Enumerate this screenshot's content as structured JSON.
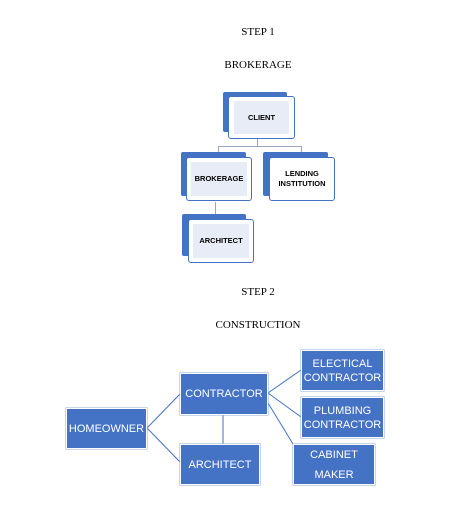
{
  "step1": {
    "heading": "STEP 1",
    "subheading": "BROKERAGE",
    "nodes": {
      "client": "CLIENT",
      "brokerage": "BROKERAGE",
      "lending": "LENDING INSTITUTION",
      "architect": "ARCHITECT"
    }
  },
  "step2": {
    "heading": "STEP 2",
    "subheading": "CONSTRUCTION",
    "nodes": {
      "homeowner": "HOMEOWNER",
      "contractor": "CONTRACTOR",
      "architect": "ARCHITECT",
      "electrical": "ELECTICAL CONTRACTOR",
      "plumbing": "PLUMBING CONTRACTOR",
      "cabinet": "CABINET MAKER"
    }
  },
  "colors": {
    "box_fill": "#4472c4",
    "card_inner": "#e8ecf6"
  }
}
